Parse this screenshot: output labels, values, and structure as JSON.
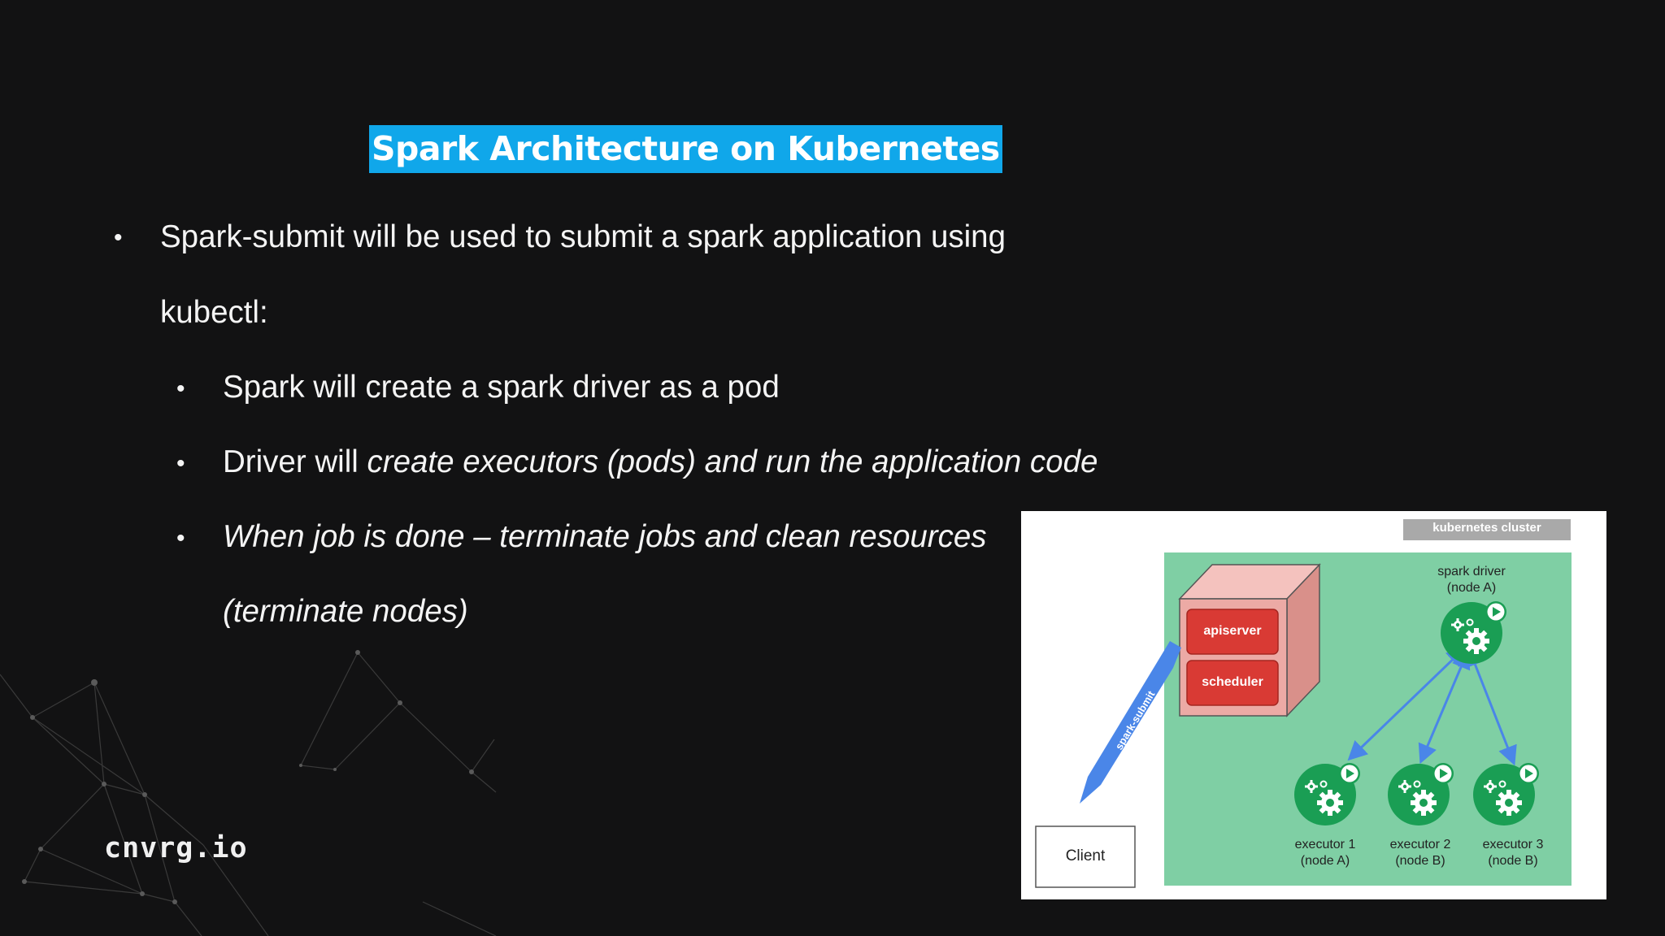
{
  "slide": {
    "title": "Spark Architecture on Kubernetes",
    "bullets": {
      "b1_line1": "Spark-submit will be used to submit a spark application using",
      "b1_line2": "kubectl:",
      "b2": "Spark will create a spark driver as a pod",
      "b3_plain": "Driver will ",
      "b3_italic": "create executors (pods) and run the application code",
      "b4_line1": "When job is done – terminate jobs and clean resources",
      "b4_line2": "(terminate nodes)"
    },
    "bullet_glyph": "•",
    "logo": "cnvrg.io"
  },
  "diagram": {
    "cluster_label": "kubernetes cluster",
    "apiserver": "apiserver",
    "scheduler": "scheduler",
    "spark_submit": "spark-submit",
    "client": "Client",
    "driver_name": "spark driver",
    "driver_node": "(node A)",
    "executors": [
      {
        "name": "executor 1",
        "node": "(node A)"
      },
      {
        "name": "executor 2",
        "node": "(node B)"
      },
      {
        "name": "executor 3",
        "node": "(node B)"
      }
    ],
    "colors": {
      "cluster_bg": "#7fcfa4",
      "pod_green": "#1a9e54",
      "api_red": "#d93a34",
      "box_pink": "#ecaaa5",
      "arrow_blue": "#4a86e8",
      "label_gray": "#a9a9a9",
      "title_bg": "#10a7ea"
    }
  }
}
